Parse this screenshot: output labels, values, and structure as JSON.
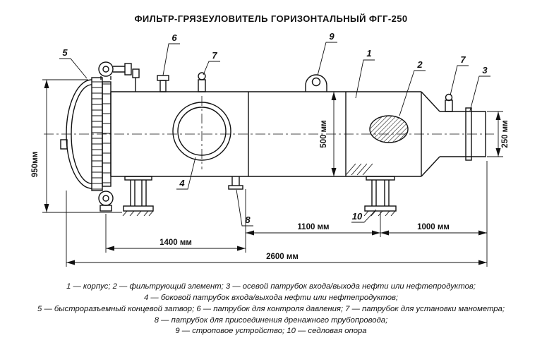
{
  "title": "ФИЛЬТР-ГРЯЗЕУЛОВИТЕЛЬ ГОРИЗОНТАЛЬНЫЙ ФГГ-250",
  "callouts": {
    "n1": "1",
    "n2": "2",
    "n3": "3",
    "n4": "4",
    "n5": "5",
    "n6": "6",
    "n7a": "7",
    "n7b": "7",
    "n8": "8",
    "n9": "9",
    "n10": "10"
  },
  "dimensions": {
    "overall_height": "950мм",
    "shell_diameter": "500 мм",
    "nozzle_diameter": "250 мм",
    "span_1100": "1100 мм",
    "span_1000": "1000 мм",
    "span_1400": "1400 мм",
    "overall_length": "2600 мм"
  },
  "legend": {
    "line1": "1 — корпус; 2 — фильтрующий элемент; 3 — осевой патрубок входа/выхода нефти или нефтепродуктов;",
    "line2": "4 — боковой патрубок входа/выхода нефти или нефтепродуктов;",
    "line3": "5 — быстроразъемный концевой затвор; 6 — патрубок для контроля давления; 7 — патрубок для установки манометра;",
    "line4": "8 — патрубок для присоединения дренажного трубопровода;",
    "line5": "9 — строповое устройство; 10 — седловая опора"
  }
}
